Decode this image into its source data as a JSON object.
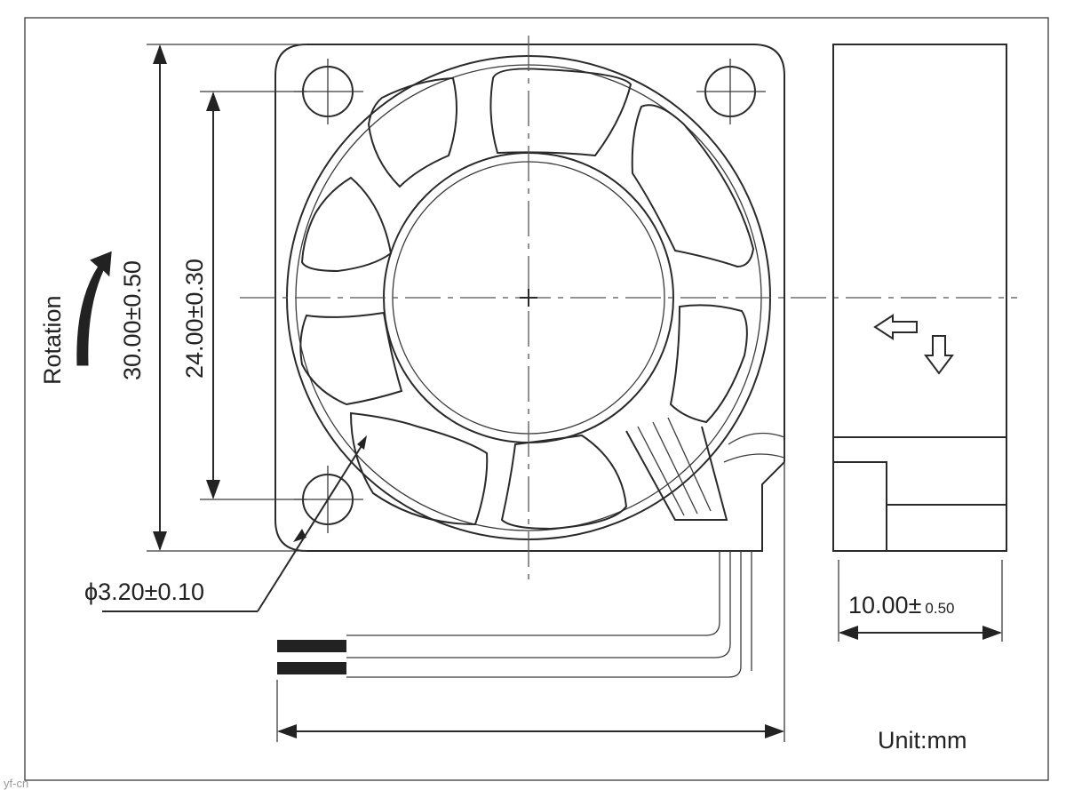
{
  "labels": {
    "rotation": "Rotation",
    "frame_size": "30.00±0.50",
    "mount_spacing": "24.00±0.30",
    "hole_diameter": "ϕ3.20±0.10",
    "thickness_main": "10.00±",
    "thickness_tol": "0.50",
    "unit": "Unit:mm",
    "watermark": "yf-cn"
  },
  "colors": {
    "line": "#2a2a2a",
    "background": "#ffffff"
  },
  "icons": [
    "rotation-arrow-icon",
    "airflow-arrow-left-icon",
    "airflow-arrow-down-icon"
  ]
}
